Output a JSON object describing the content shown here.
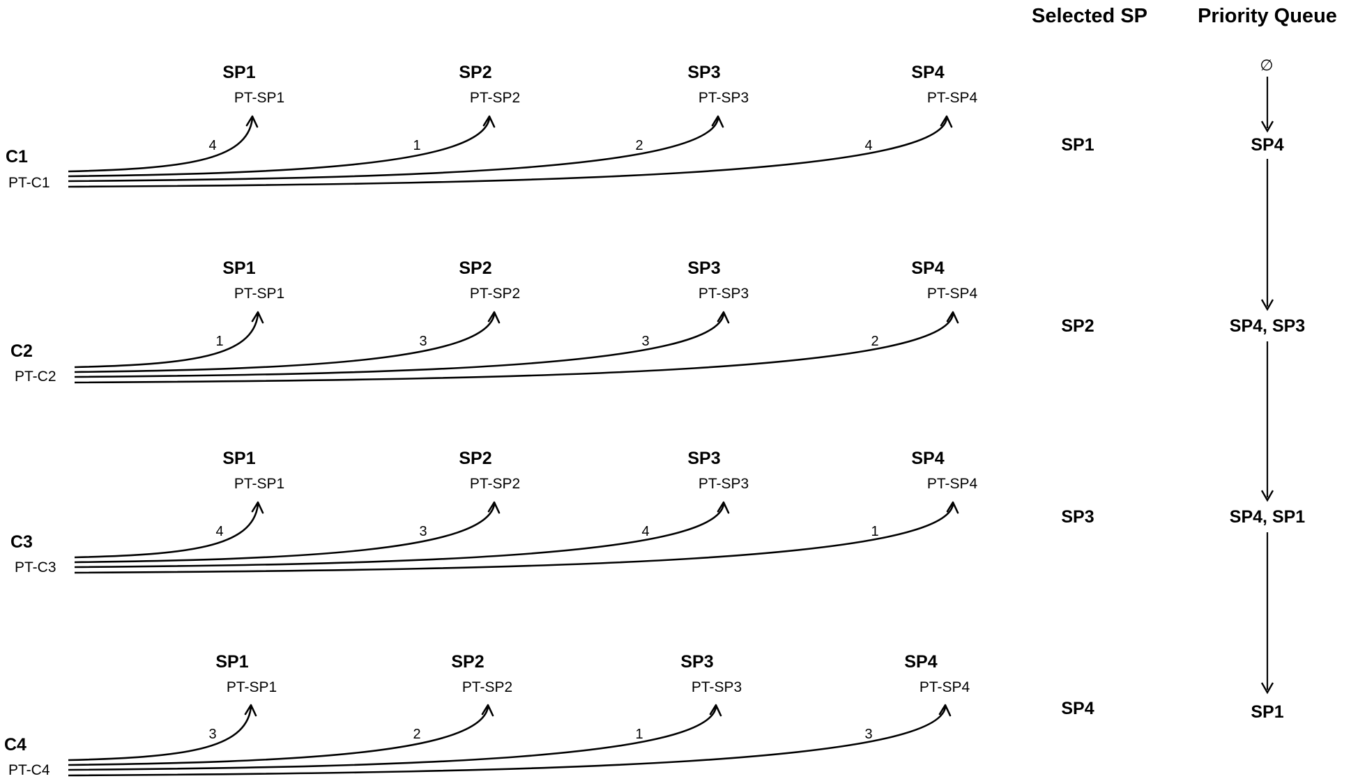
{
  "headers": {
    "selected_sp": "Selected SP",
    "priority_queue": "Priority Queue"
  },
  "clients": [
    {
      "name": "C1",
      "sub": "PT-C1",
      "targets": [
        {
          "name": "SP1",
          "sub": "PT-SP1",
          "weight": "4"
        },
        {
          "name": "SP2",
          "sub": "PT-SP2",
          "weight": "1"
        },
        {
          "name": "SP3",
          "sub": "PT-SP3",
          "weight": "2"
        },
        {
          "name": "SP4",
          "sub": "PT-SP4",
          "weight": "4"
        }
      ],
      "selected": "SP1"
    },
    {
      "name": "C2",
      "sub": "PT-C2",
      "targets": [
        {
          "name": "SP1",
          "sub": "PT-SP1",
          "weight": "1"
        },
        {
          "name": "SP2",
          "sub": "PT-SP2",
          "weight": "3"
        },
        {
          "name": "SP3",
          "sub": "PT-SP3",
          "weight": "3"
        },
        {
          "name": "SP4",
          "sub": "PT-SP4",
          "weight": "2"
        }
      ],
      "selected": "SP2"
    },
    {
      "name": "C3",
      "sub": "PT-C3",
      "targets": [
        {
          "name": "SP1",
          "sub": "PT-SP1",
          "weight": "4"
        },
        {
          "name": "SP2",
          "sub": "PT-SP2",
          "weight": "3"
        },
        {
          "name": "SP3",
          "sub": "PT-SP3",
          "weight": "4"
        },
        {
          "name": "SP4",
          "sub": "PT-SP4",
          "weight": "1"
        }
      ],
      "selected": "SP3"
    },
    {
      "name": "C4",
      "sub": "PT-C4",
      "targets": [
        {
          "name": "SP1",
          "sub": "PT-SP1",
          "weight": "3"
        },
        {
          "name": "SP2",
          "sub": "PT-SP2",
          "weight": "2"
        },
        {
          "name": "SP3",
          "sub": "PT-SP3",
          "weight": "1"
        },
        {
          "name": "SP4",
          "sub": "PT-SP4",
          "weight": "3"
        }
      ],
      "selected": "SP4"
    }
  ],
  "priority_queue": {
    "initial": "∅",
    "states": [
      "SP4",
      "SP4, SP3",
      "SP4, SP1",
      "SP1"
    ]
  }
}
